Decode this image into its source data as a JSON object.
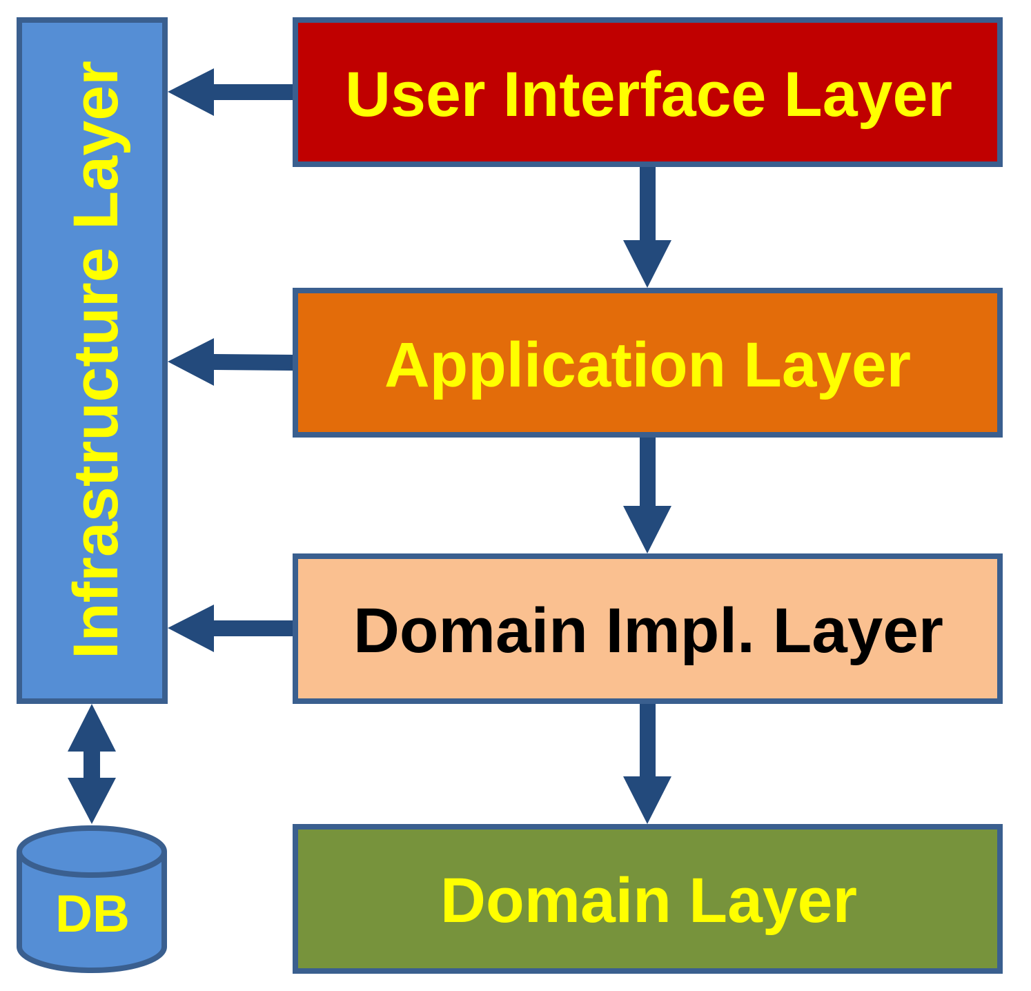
{
  "layers": {
    "infrastructure": {
      "label": "Infrastructure Layer",
      "fill": "#558ed5",
      "text_color": "#ffff00"
    },
    "user_interface": {
      "label": "User Interface Layer",
      "fill": "#c00000",
      "text_color": "#ffff00"
    },
    "application": {
      "label": "Application Layer",
      "fill": "#e36c0a",
      "text_color": "#ffff00"
    },
    "domain_impl": {
      "label": "Domain Impl. Layer",
      "fill": "#fac090",
      "text_color": "#000000"
    },
    "domain": {
      "label": "Domain Layer",
      "fill": "#77933c",
      "text_color": "#ffff00"
    }
  },
  "database": {
    "label": "DB",
    "fill": "#558ed5",
    "text_color": "#ffff00"
  },
  "colors": {
    "border": "#3a5f8f",
    "arrow": "#234a7c"
  }
}
